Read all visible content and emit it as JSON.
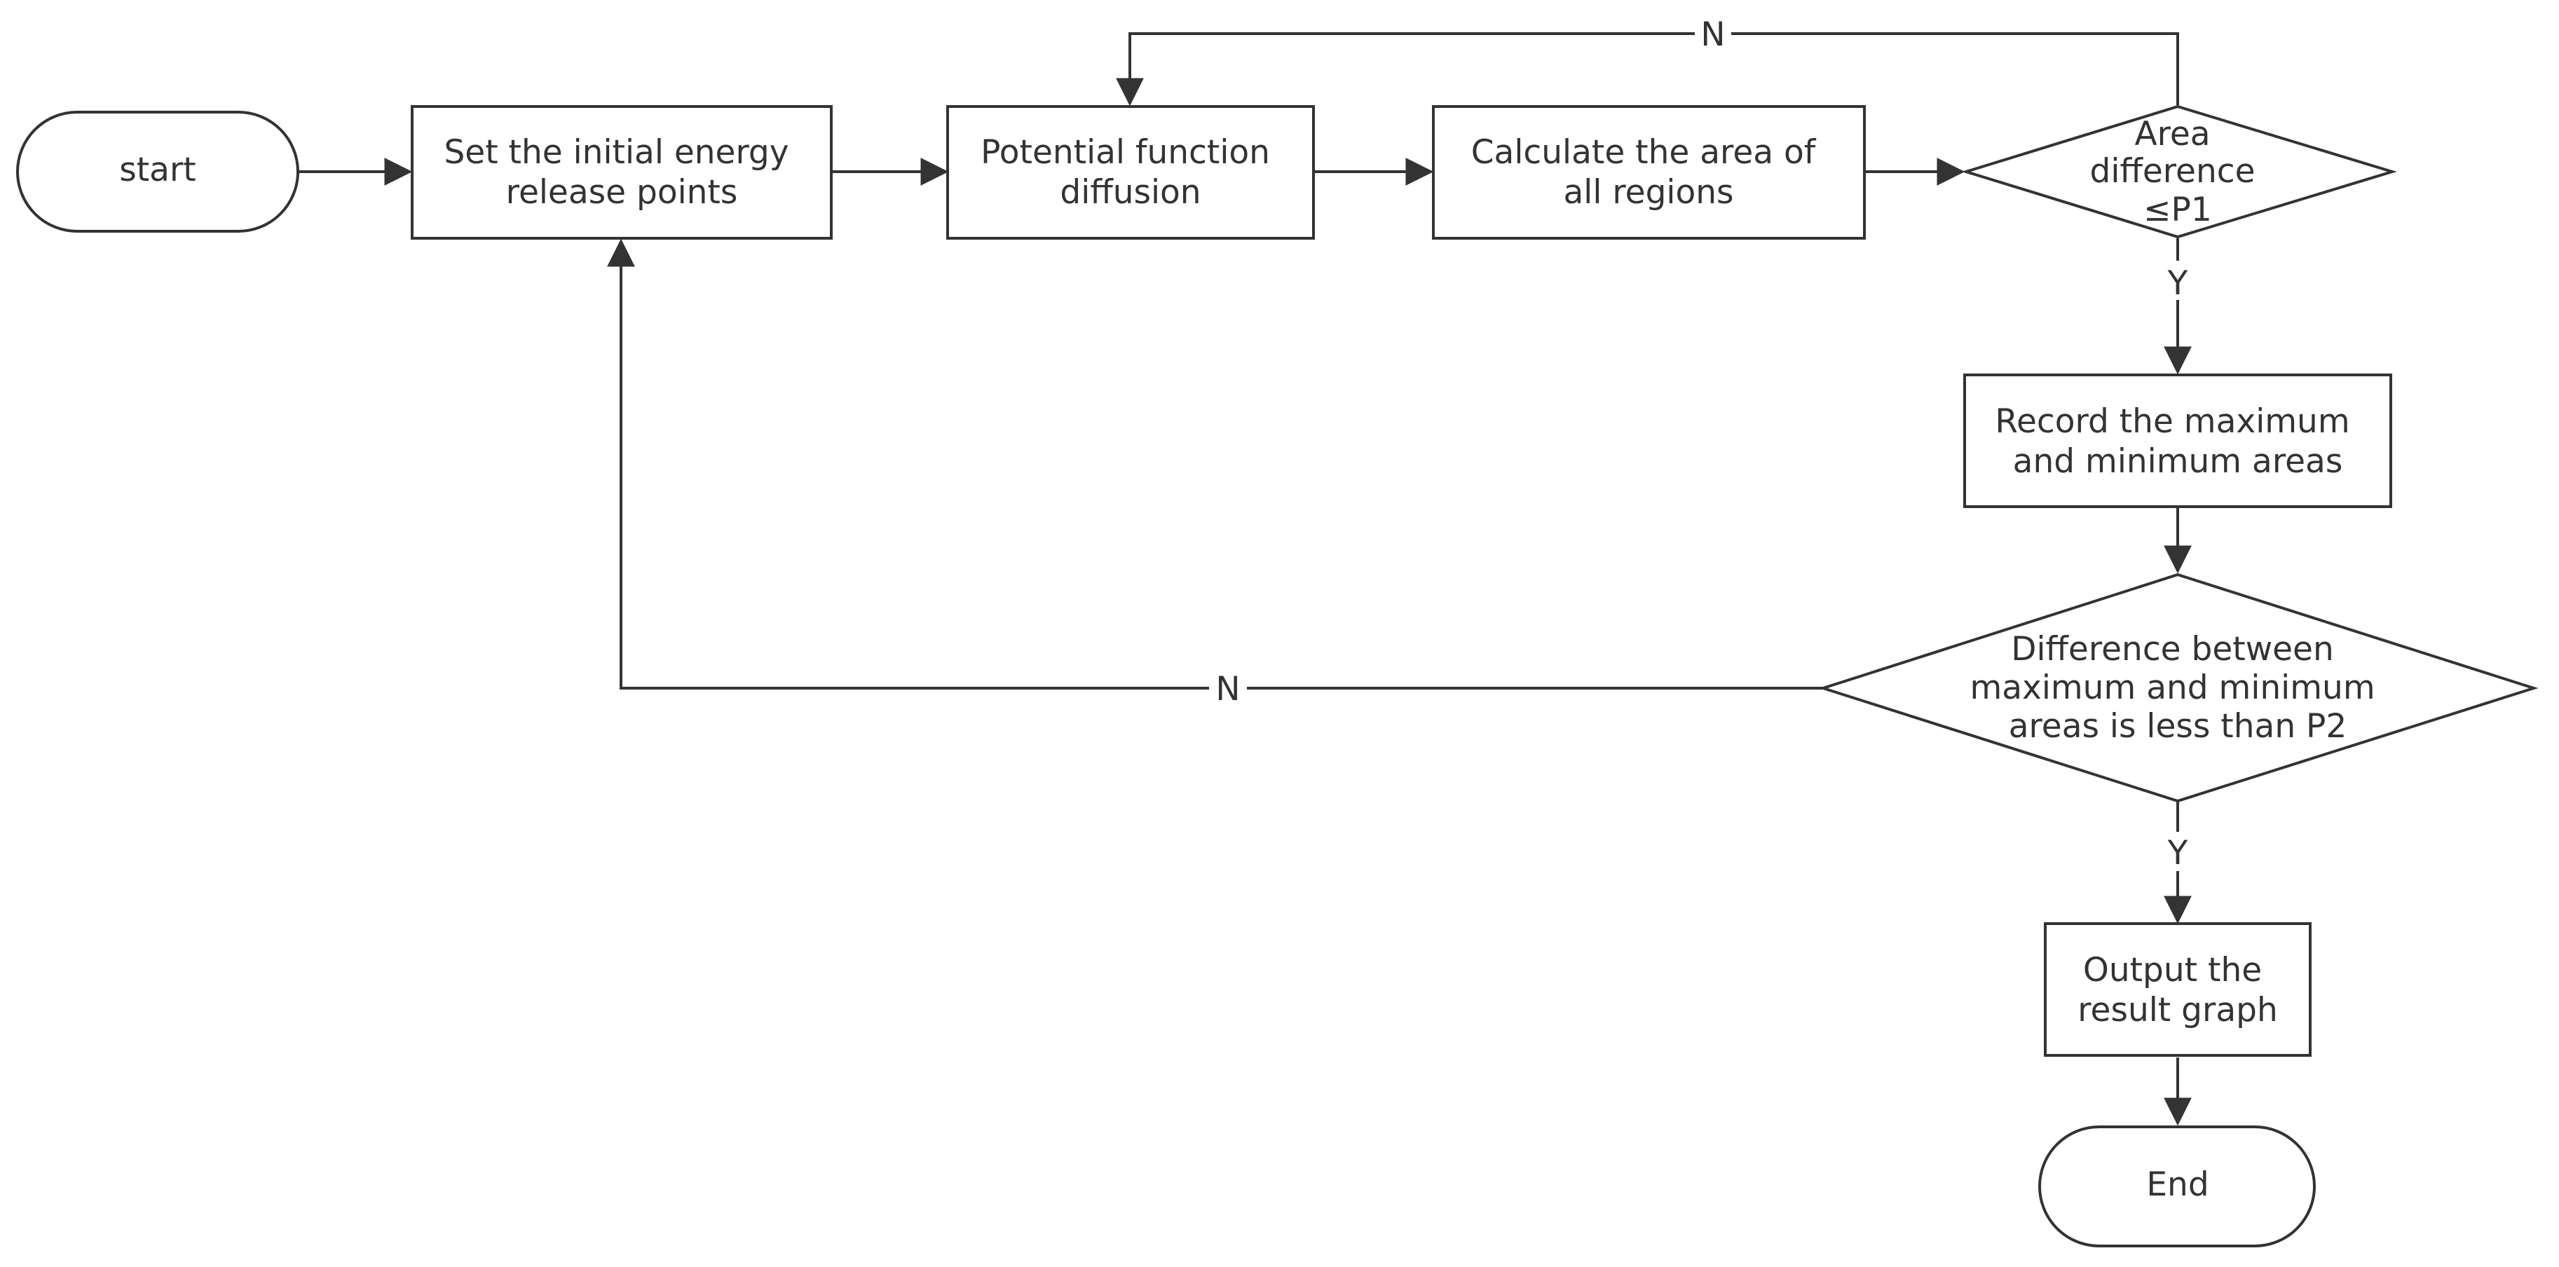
{
  "colors": {
    "stroke": "#333333",
    "fill": "#ffffff",
    "text": "#333333"
  },
  "nodes": {
    "start": {
      "lines": [
        "start"
      ]
    },
    "set_points": {
      "lines": [
        "Set the initial energy",
        "release points"
      ]
    },
    "diffusion": {
      "lines": [
        "Potential function",
        "diffusion"
      ]
    },
    "calc_area": {
      "lines": [
        "Calculate the area of",
        "all regions"
      ]
    },
    "decision_p1": {
      "lines": [
        "Area",
        "difference",
        "≤P1"
      ]
    },
    "record": {
      "lines": [
        "Record the maximum",
        "and minimum areas"
      ]
    },
    "decision_p2": {
      "lines": [
        "Difference between",
        "maximum and minimum",
        "areas is less than P2"
      ]
    },
    "output": {
      "lines": [
        "Output the",
        "result graph"
      ]
    },
    "end": {
      "lines": [
        "End"
      ]
    }
  },
  "edges": {
    "p1_no": "N",
    "p1_yes": "Y",
    "p2_no": "N",
    "p2_yes": "Y"
  }
}
